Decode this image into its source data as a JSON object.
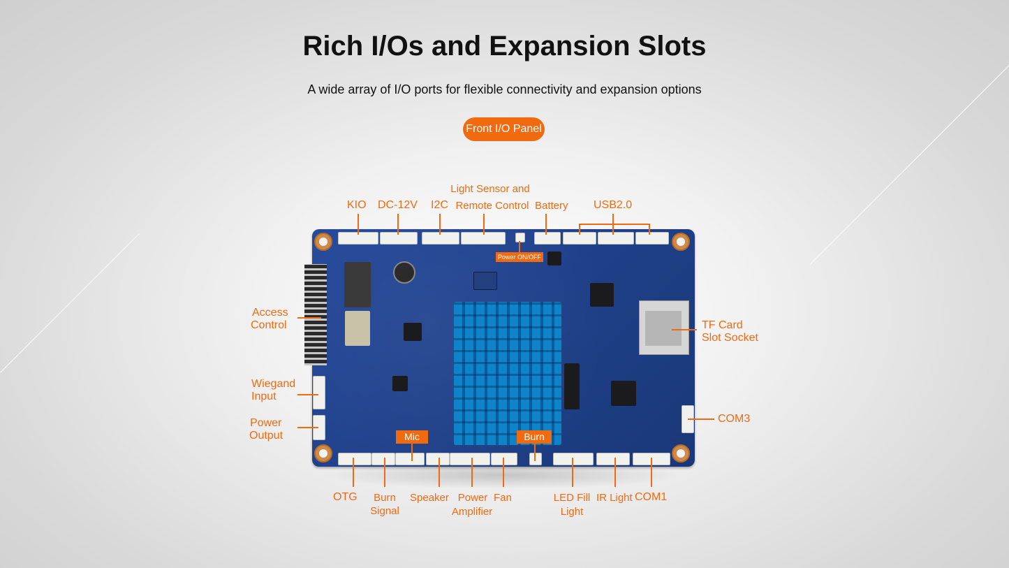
{
  "header": {
    "title": "Rich I/Os and Expansion Slots",
    "subtitle": "A wide array of I/O ports for flexible connectivity and expansion options",
    "tab_label": "Front I/O Panel"
  },
  "board_tags": {
    "power": "Power ON/OFF",
    "mic": "Mic",
    "burn": "Burn"
  },
  "labels": {
    "kio": "KIO",
    "dc12v": "DC-12V",
    "i2c": "I2C",
    "light_sensor_1": "Light Sensor and",
    "light_sensor_2": "Remote Control",
    "battery": "Battery",
    "usb20": "USB2.0",
    "access_control_1": "Access",
    "access_control_2": "Control",
    "wiegand_1": "Wiegand",
    "wiegand_2": "Input",
    "power_output_1": "Power",
    "power_output_2": "Output",
    "tf_card_1": "TF Card",
    "tf_card_2": "Slot Socket",
    "com3": "COM3",
    "otg": "OTG",
    "burn_signal_1": "Burn",
    "burn_signal_2": "Signal",
    "speaker": "Speaker",
    "power_amp_1": "Power",
    "power_amp_2": "Amplifier",
    "fan": "Fan",
    "led_fill_1": "LED Fill",
    "led_fill_2": "Light",
    "ir_light": "IR Light",
    "com1": "COM1"
  },
  "colors": {
    "accent": "#f26a10",
    "board": "#1f3f86",
    "heatsink": "#2aa6d6"
  }
}
